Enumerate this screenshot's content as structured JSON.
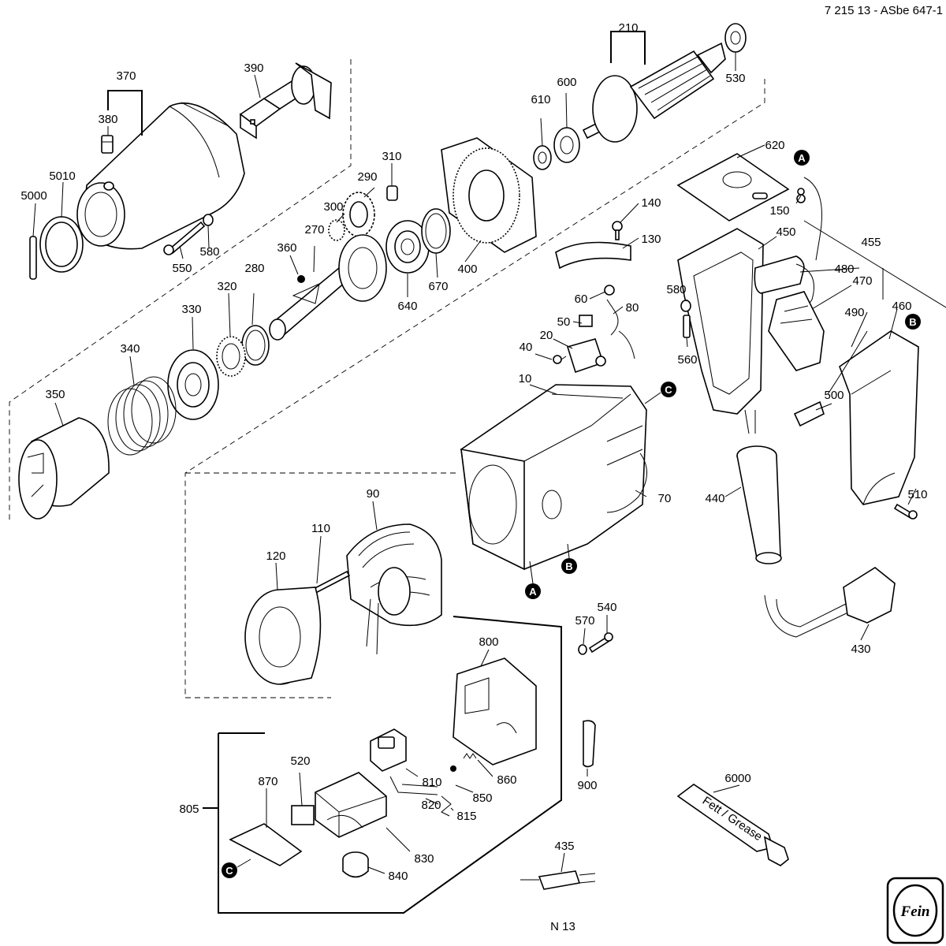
{
  "header": {
    "code": "7 215 13 - ASbe 647-1"
  },
  "footer": {
    "code": "N 13"
  },
  "logo": {
    "text": "Fein"
  },
  "tube": {
    "text": "Fett / Grease"
  },
  "markers": {
    "a": "A",
    "b": "B",
    "c": "C"
  },
  "parts": {
    "p10": "10",
    "p20": "20",
    "p40": "40",
    "p50": "50",
    "p60": "60",
    "p70": "70",
    "p80": "80",
    "p90": "90",
    "p110": "110",
    "p120": "120",
    "p130": "130",
    "p140": "140",
    "p150": "150",
    "p210": "210",
    "p270": "270",
    "p280": "280",
    "p290": "290",
    "p300": "300",
    "p310": "310",
    "p320": "320",
    "p330": "330",
    "p340": "340",
    "p350": "350",
    "p360": "360",
    "p370": "370",
    "p380": "380",
    "p390": "390",
    "p400": "400",
    "p430": "430",
    "p435": "435",
    "p440": "440",
    "p450": "450",
    "p455": "455",
    "p460": "460",
    "p470": "470",
    "p480": "480",
    "p490": "490",
    "p500": "500",
    "p510": "510",
    "p520": "520",
    "p530": "530",
    "p540": "540",
    "p550": "550",
    "p560": "560",
    "p570": "570",
    "p580a": "580",
    "p580b": "580",
    "p600": "600",
    "p610": "610",
    "p620": "620",
    "p640": "640",
    "p670": "670",
    "p800": "800",
    "p805": "805",
    "p810": "810",
    "p815": "815",
    "p820": "820",
    "p830": "830",
    "p840": "840",
    "p850": "850",
    "p860": "860",
    "p870": "870",
    "p900": "900",
    "p5000": "5000",
    "p5010": "5010",
    "p6000": "6000"
  }
}
